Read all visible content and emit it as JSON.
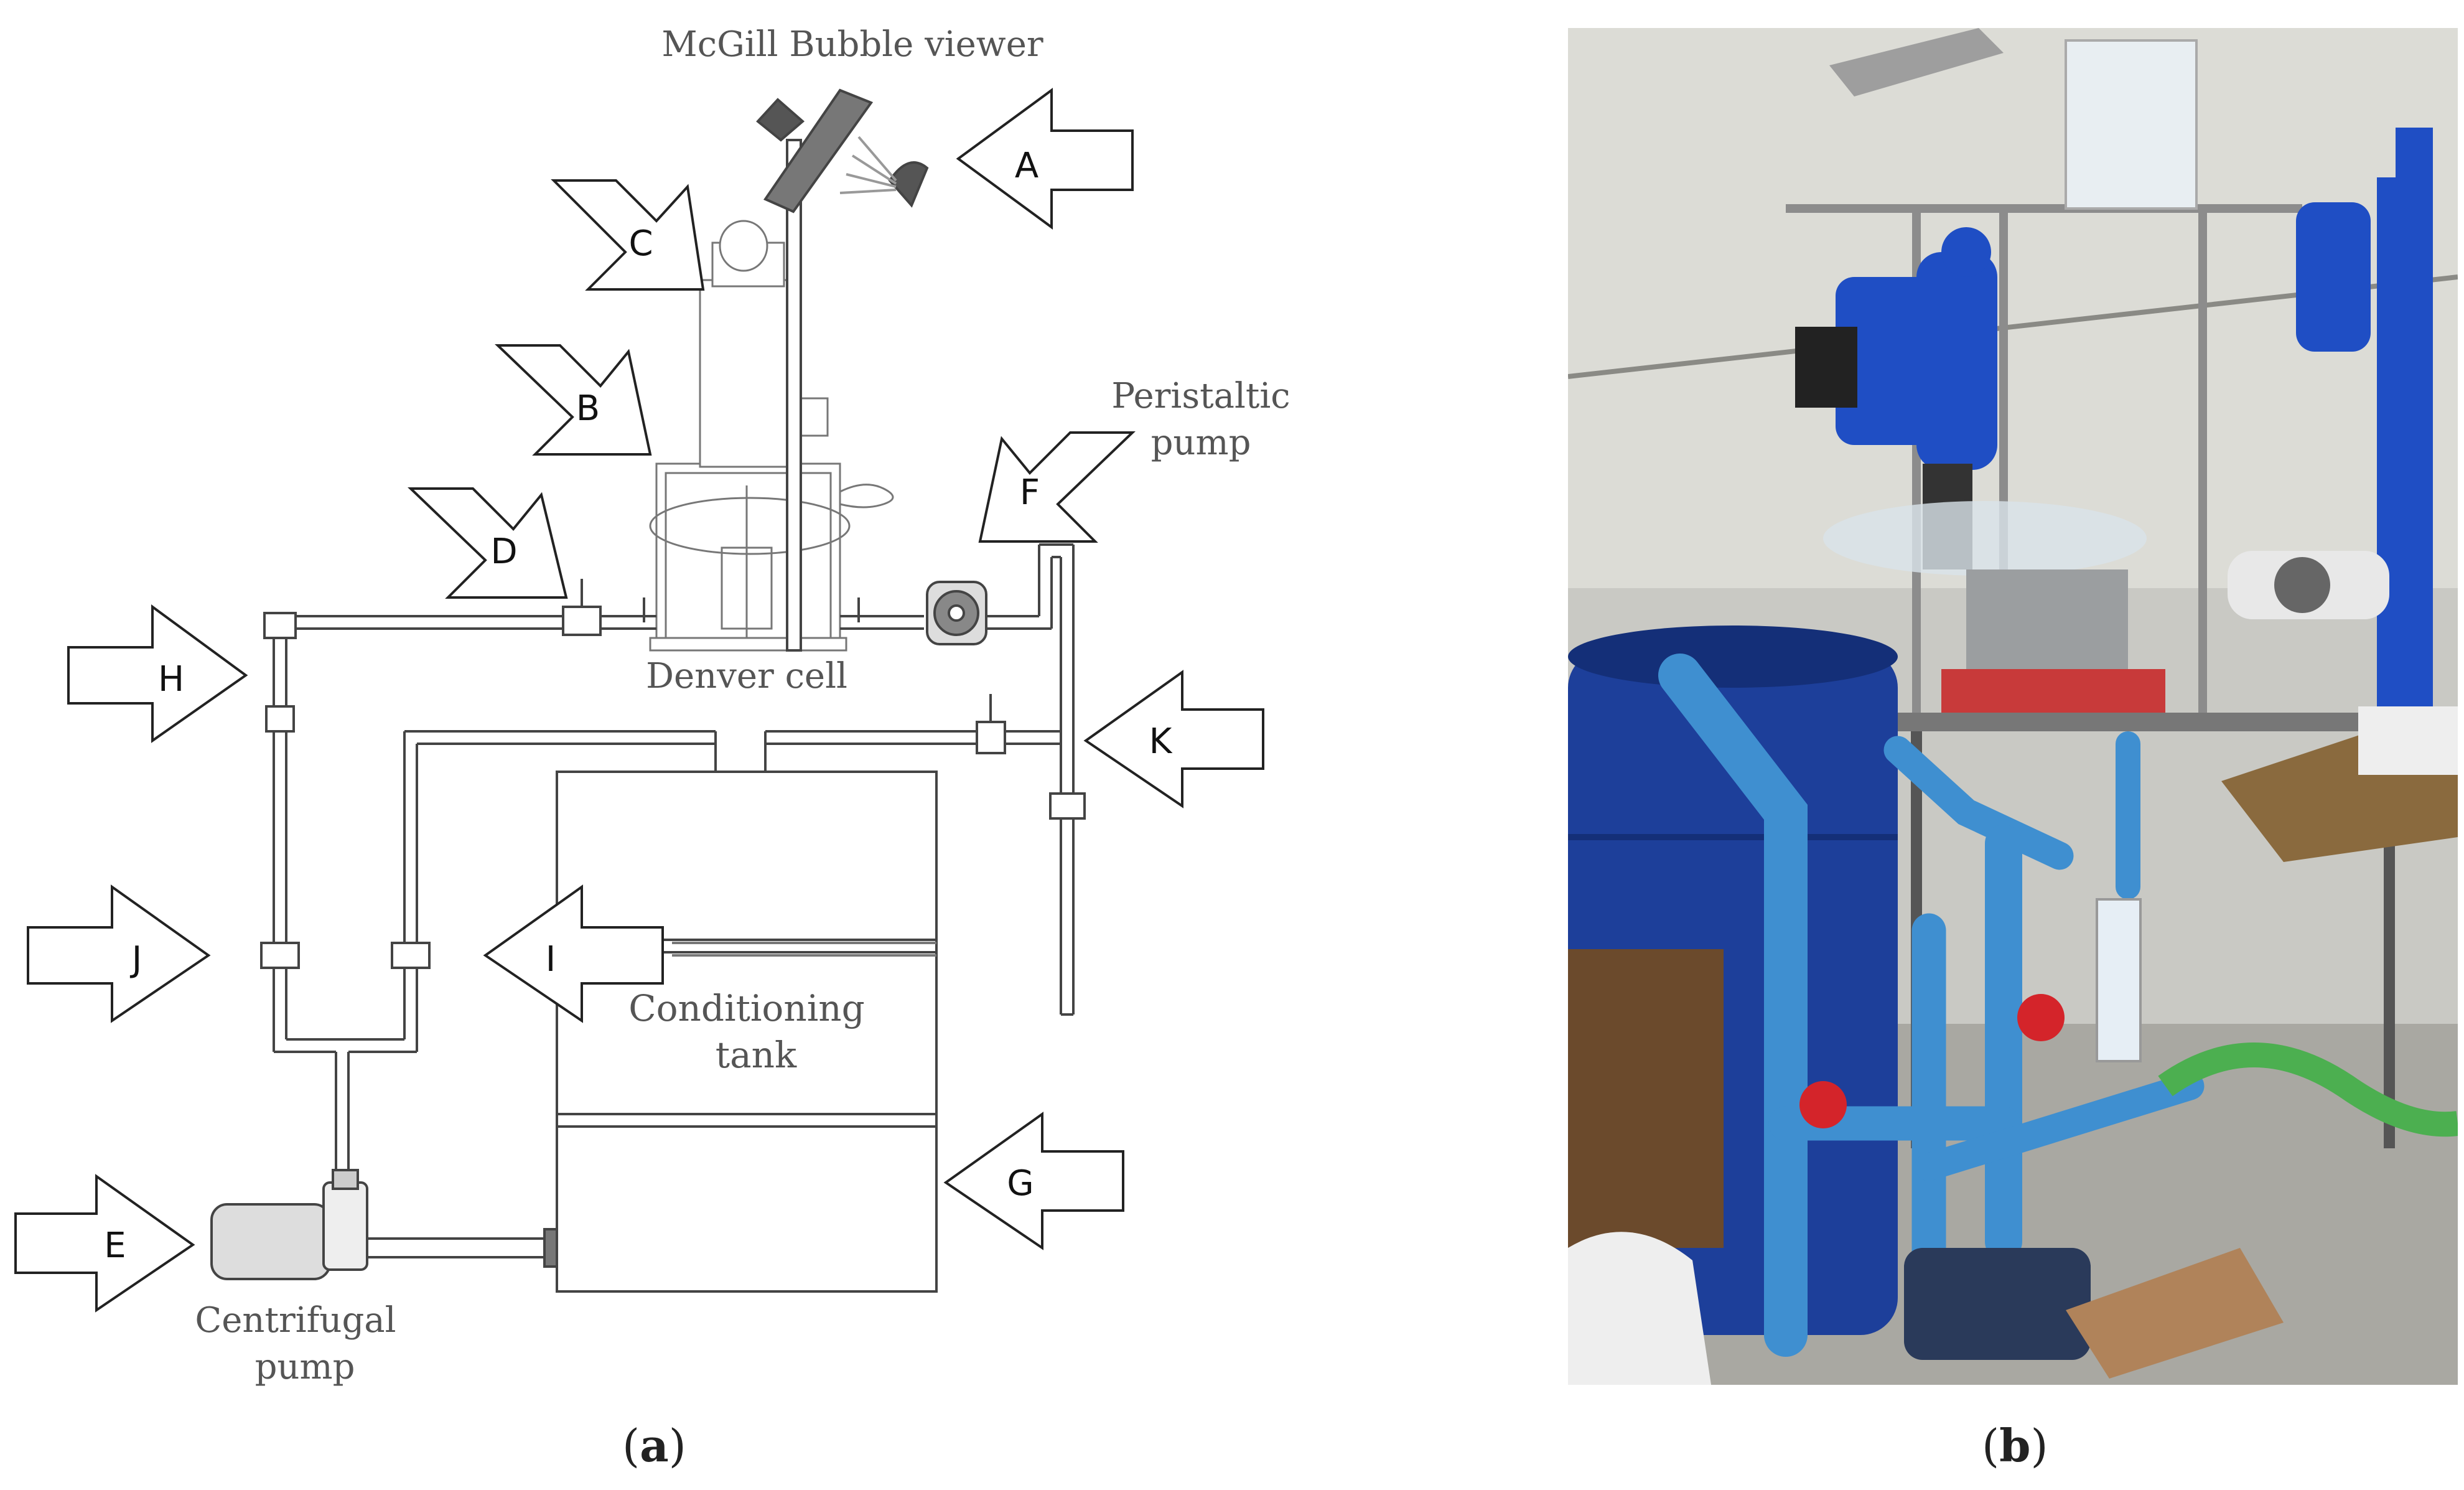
{
  "diagram": {
    "labels": {
      "bubble_viewer": "McGill Bubble viewer",
      "denver_cell": "Denver cell",
      "peristaltic_1": "Peristaltic",
      "peristaltic_2": "pump",
      "conditioning_1": "Conditioning",
      "conditioning_2": "tank",
      "centrifugal_1": "Centrifugal",
      "centrifugal_2": "pump"
    },
    "arrows": {
      "A": "A",
      "B": "B",
      "C": "C",
      "D": "D",
      "E": "E",
      "F": "F",
      "G": "G",
      "H": "H",
      "I": "I",
      "J": "J",
      "K": "K"
    }
  },
  "captions": {
    "a_open": "(",
    "a_letter": "a",
    "a_close": ")",
    "b_open": "(",
    "b_letter": "b",
    "b_close": ")"
  },
  "colors": {
    "pipe_blue": "#3f8fd0",
    "barrel_blue": "#1d3f9a",
    "machine_blue": "#1f4ec4",
    "valve_red": "#d4242a",
    "hose_green": "#4caf50"
  }
}
